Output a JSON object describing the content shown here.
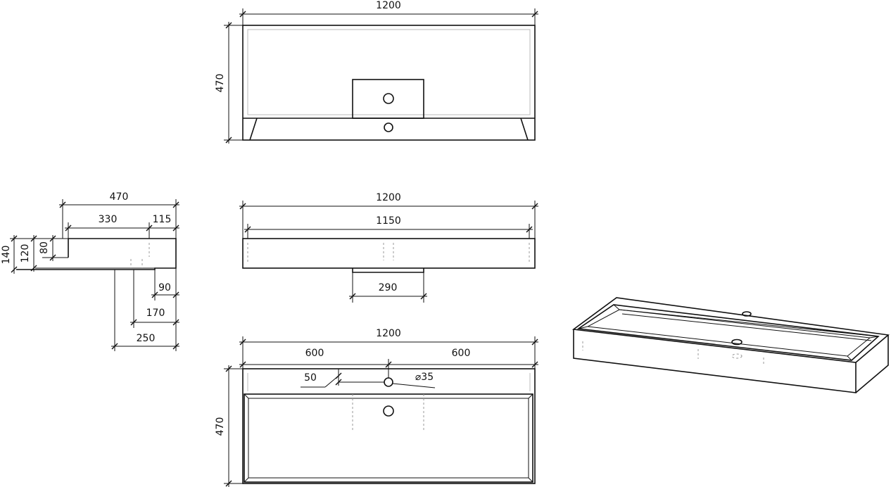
{
  "front_view": {
    "width": "1200",
    "height": "470"
  },
  "side_view": {
    "depth_total": "470",
    "depth_a": "330",
    "depth_b": "115",
    "h_140": "140",
    "h_120": "120",
    "h_80": "80",
    "w_90": "90",
    "w_170": "170",
    "w_250": "250"
  },
  "top_view": {
    "width_outer": "1200",
    "width_inner": "1150",
    "overflow_width": "290"
  },
  "plan_view": {
    "width": "1200",
    "half_left": "600",
    "half_right": "600",
    "height": "470",
    "offset_50": "50",
    "hole_diameter": "35",
    "diameter_symbol": "⌀"
  }
}
